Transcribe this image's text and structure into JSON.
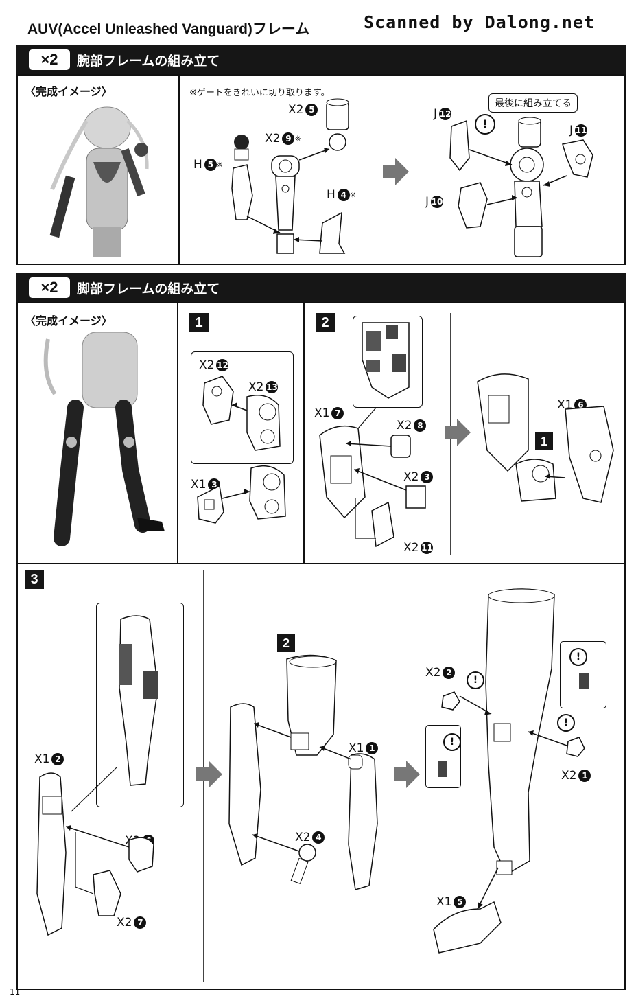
{
  "header": {
    "title": "AUV(Accel Unleashed Vanguard)フレーム",
    "scan_credit": "Scanned by Dalong.net"
  },
  "arm_section": {
    "multiplier": "×2",
    "heading": "腕部フレームの組み立て",
    "completed_caption": "〈完成イメージ〉",
    "gate_note": "※ゲートをきれいに切り取ります。",
    "last_callout": "最後に組み立てる",
    "labels": {
      "x2_5": {
        "prefix": "X2",
        "num": "5",
        "mark": ""
      },
      "x2_9": {
        "prefix": "X2",
        "num": "9",
        "mark": "※"
      },
      "h_5": {
        "prefix": "H",
        "num": "5",
        "mark": "※"
      },
      "h_4": {
        "prefix": "H",
        "num": "4",
        "mark": "※"
      },
      "j_12": {
        "prefix": "J",
        "num": "12",
        "mark": ""
      },
      "j_11": {
        "prefix": "J",
        "num": "11",
        "mark": ""
      },
      "j_10": {
        "prefix": "J",
        "num": "10",
        "mark": ""
      }
    }
  },
  "leg_section": {
    "multiplier": "×2",
    "heading": "脚部フレームの組み立て",
    "completed_caption": "〈完成イメージ〉",
    "steps": [
      "1",
      "2",
      "3"
    ],
    "labels": {
      "s1_x2_12": {
        "prefix": "X2",
        "num": "12"
      },
      "s1_x2_13": {
        "prefix": "X2",
        "num": "13"
      },
      "s1_x1_3": {
        "prefix": "X1",
        "num": "3"
      },
      "s2_x1_7": {
        "prefix": "X1",
        "num": "7"
      },
      "s2_x2_8": {
        "prefix": "X2",
        "num": "8"
      },
      "s2_x2_3": {
        "prefix": "X2",
        "num": "3"
      },
      "s2_x2_11": {
        "prefix": "X2",
        "num": "11"
      },
      "s2_x1_6": {
        "prefix": "X1",
        "num": "6"
      },
      "s3_x1_2": {
        "prefix": "X1",
        "num": "2"
      },
      "s3_x2_6": {
        "prefix": "X2",
        "num": "6"
      },
      "s3_x2_7": {
        "prefix": "X2",
        "num": "7"
      },
      "s3_x1_1": {
        "prefix": "X1",
        "num": "1"
      },
      "s3_x2_4": {
        "prefix": "X2",
        "num": "4"
      },
      "s3_x2_2": {
        "prefix": "X2",
        "num": "2"
      },
      "s3_x2_1": {
        "prefix": "X2",
        "num": "1"
      },
      "s3_x1_5": {
        "prefix": "X1",
        "num": "5"
      }
    },
    "sub_refs": {
      "s2_ref": "1",
      "s3_ref": "2"
    }
  },
  "warning_glyph": "!",
  "page_number": "11"
}
